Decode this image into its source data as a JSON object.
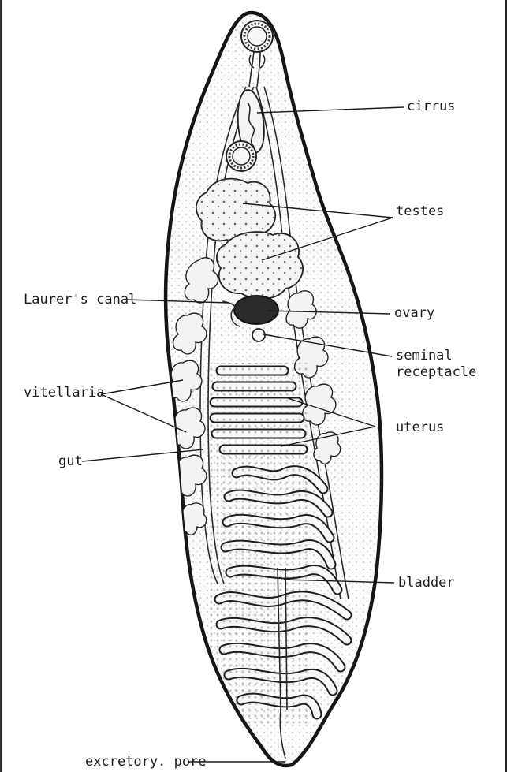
{
  "figure": {
    "labels": {
      "cirrus": "cirrus",
      "testes": "testes",
      "laurers_canal": "Laurer's canal",
      "ovary": "ovary",
      "seminal_receptacle_1": "seminal",
      "seminal_receptacle_2": "receptacle",
      "vitellaria": "vitellaria",
      "uterus": "uterus",
      "gut": "gut",
      "bladder": "bladder",
      "excretory_pore": "excretory. pore"
    }
  }
}
